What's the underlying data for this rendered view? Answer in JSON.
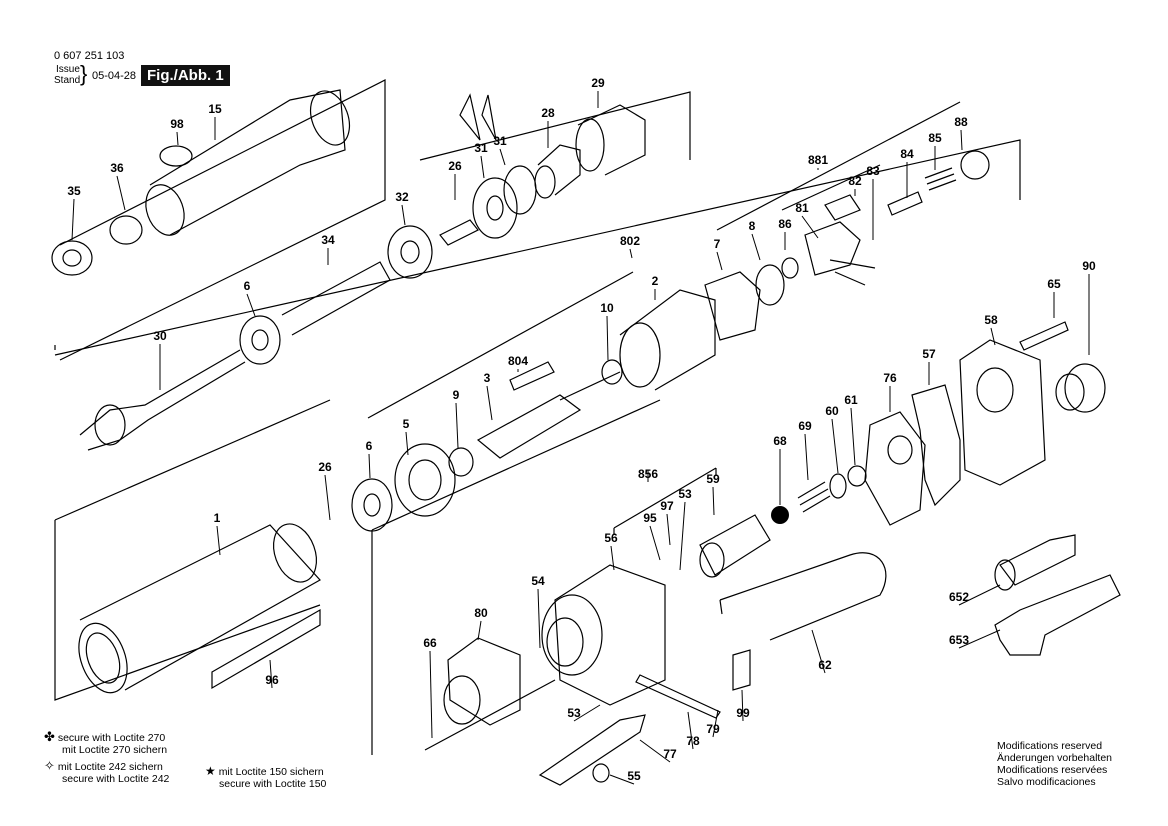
{
  "header": {
    "doc_number": "0 607 251 103",
    "issue_label": "Issue",
    "stand_label": "Stand",
    "date": "05-04-28",
    "fig_label": "Fig./Abb. 1"
  },
  "callouts": [
    "98",
    "15",
    "36",
    "35",
    "31",
    "31",
    "28",
    "29",
    "26",
    "32",
    "34",
    "6",
    "30",
    "881",
    "84",
    "85",
    "88",
    "82",
    "83",
    "81",
    "86",
    "8",
    "7",
    "802",
    "2",
    "10",
    "804",
    "3",
    "9",
    "5",
    "6",
    "26",
    "1",
    "96",
    "90",
    "65",
    "58",
    "57",
    "76",
    "60",
    "61",
    "69",
    "68",
    "856",
    "59",
    "53",
    "97",
    "95",
    "56",
    "54",
    "80",
    "66",
    "53",
    "62",
    "99",
    "78",
    "79",
    "77",
    "55",
    "652",
    "653"
  ],
  "legend": {
    "line1a": "secure with Loctite 270",
    "line1b": "mit Loctite 270 sichern",
    "line2a": "mit Loctite 242 sichern",
    "line2b": "secure with Loctite 242",
    "line3a": "mit Loctite 150 sichern",
    "line3b": "secure with Loctite 150"
  },
  "notes": [
    "Modifications reserved",
    "Änderungen vorbehalten",
    "Modifications reservées",
    "Salvo modificaciones"
  ]
}
